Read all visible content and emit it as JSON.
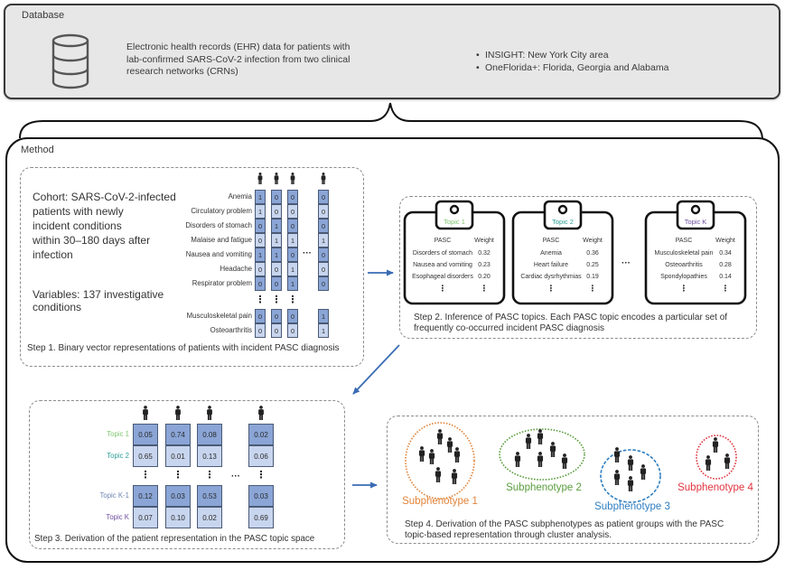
{
  "database": {
    "title": "Database",
    "icon": "database-icon",
    "description_lines": [
      "Electronic health records (EHR) data for patients with",
      "lab-confirmed SARS-CoV-2 infection from two clinical",
      "research networks (CRNs)"
    ],
    "bullet": "•",
    "sources": [
      "INSIGHT: New York City area",
      "OneFlorida+: Florida, Georgia and Alabama"
    ]
  },
  "method": {
    "title": "Method"
  },
  "symbols": {
    "vertical_ellipsis": "⋮",
    "horizontal_ellipsis": "···",
    "person_icon": "person-icon"
  },
  "step1": {
    "cohort_lines": [
      "Cohort: SARS-CoV-2-infected",
      "patients with newly",
      "incident conditions",
      "within 30–180 days after",
      "infection"
    ],
    "variables_lines": [
      "Variables: 137 investigative",
      "conditions"
    ],
    "conditions": [
      {
        "label": "Anemia",
        "values": [
          1,
          0,
          0,
          0
        ]
      },
      {
        "label": "Circulatory problem",
        "values": [
          1,
          0,
          0,
          0
        ]
      },
      {
        "label": "Disorders of stomach",
        "values": [
          0,
          1,
          0,
          0
        ]
      },
      {
        "label": "Malaise and fatigue",
        "values": [
          0,
          1,
          1,
          1
        ]
      },
      {
        "label": "Nausea and vomiting",
        "values": [
          1,
          1,
          0,
          0
        ]
      },
      {
        "label": "Headache",
        "values": [
          0,
          0,
          1,
          0
        ]
      },
      {
        "label": "Respirator problem",
        "values": [
          0,
          0,
          1,
          0
        ]
      },
      {
        "label": "Musculoskeletal pain",
        "values": [
          0,
          0,
          0,
          1
        ]
      },
      {
        "label": "Osteoarthritis",
        "values": [
          0,
          0,
          0,
          1
        ]
      }
    ],
    "caption": "Step 1. Binary vector representations of patients with incident PASC diagnosis"
  },
  "step2": {
    "column_headers": [
      "PASC",
      "Weight"
    ],
    "topics": [
      {
        "label": "Topic 1",
        "color": "#7fc46e",
        "rows": [
          {
            "pasc": "Disorders of stomach",
            "weight": "0.32"
          },
          {
            "pasc": "Nausea and vomiting",
            "weight": "0.23"
          },
          {
            "pasc": "Esophageal disorders",
            "weight": "0.20"
          }
        ]
      },
      {
        "label": "Topic 2",
        "color": "#2c9f95",
        "rows": [
          {
            "pasc": "Anemia",
            "weight": "0.36"
          },
          {
            "pasc": "Heart failure",
            "weight": "0.25"
          },
          {
            "pasc": "Cardiac dysrhythmias",
            "weight": "0.19"
          }
        ]
      },
      {
        "label": "Topic K",
        "color": "#6d4fa0",
        "rows": [
          {
            "pasc": "Musculoskeletal pain",
            "weight": "0.34"
          },
          {
            "pasc": "Osteoarthritis",
            "weight": "0.28"
          },
          {
            "pasc": "Spondylopathies",
            "weight": "0.14"
          }
        ]
      }
    ],
    "caption_lines": [
      "Step 2. Inference of PASC topics. Each PASC topic encodes a particular set of",
      "frequently co-occurred incident PASC diagnosis"
    ]
  },
  "step3": {
    "topics": [
      {
        "label": "Topic 1",
        "color": "#7fc46e",
        "values": [
          "0.05",
          "0.74",
          "0.08",
          "0.02"
        ]
      },
      {
        "label": "Topic 2",
        "color": "#2c9f95",
        "values": [
          "0.65",
          "0.01",
          "0.13",
          "0.06"
        ]
      },
      {
        "label": "Topic K-1",
        "color": "#6f86b3",
        "values": [
          "0.12",
          "0.03",
          "0.53",
          "0.03"
        ]
      },
      {
        "label": "Topic K",
        "color": "#6d4fa0",
        "values": [
          "0.07",
          "0.10",
          "0.02",
          "0.69"
        ]
      }
    ],
    "caption": "Step 3. Derivation of the patient representation in the PASC topic space"
  },
  "step4": {
    "subphenotypes": [
      {
        "label": "Subphenotype 1",
        "color": "#e0843a",
        "members": 7
      },
      {
        "label": "Subphenotype 2",
        "color": "#5a9e3e",
        "members": 6
      },
      {
        "label": "Subphenotype 3",
        "color": "#2f7ec0",
        "members": 5
      },
      {
        "label": "Subphenotype 4",
        "color": "#e0353f",
        "members": 3
      }
    ],
    "caption_lines": [
      "Step 4. Derivation of the PASC subphenotypes as patient groups with the PASC",
      "topic-based representation through cluster analysis."
    ]
  },
  "colors": {
    "arrow": "#3a6cb4",
    "cell_dark": "#8aa5d6",
    "cell_light": "#c8d5ee",
    "database_bg": "#e7e7e7"
  }
}
